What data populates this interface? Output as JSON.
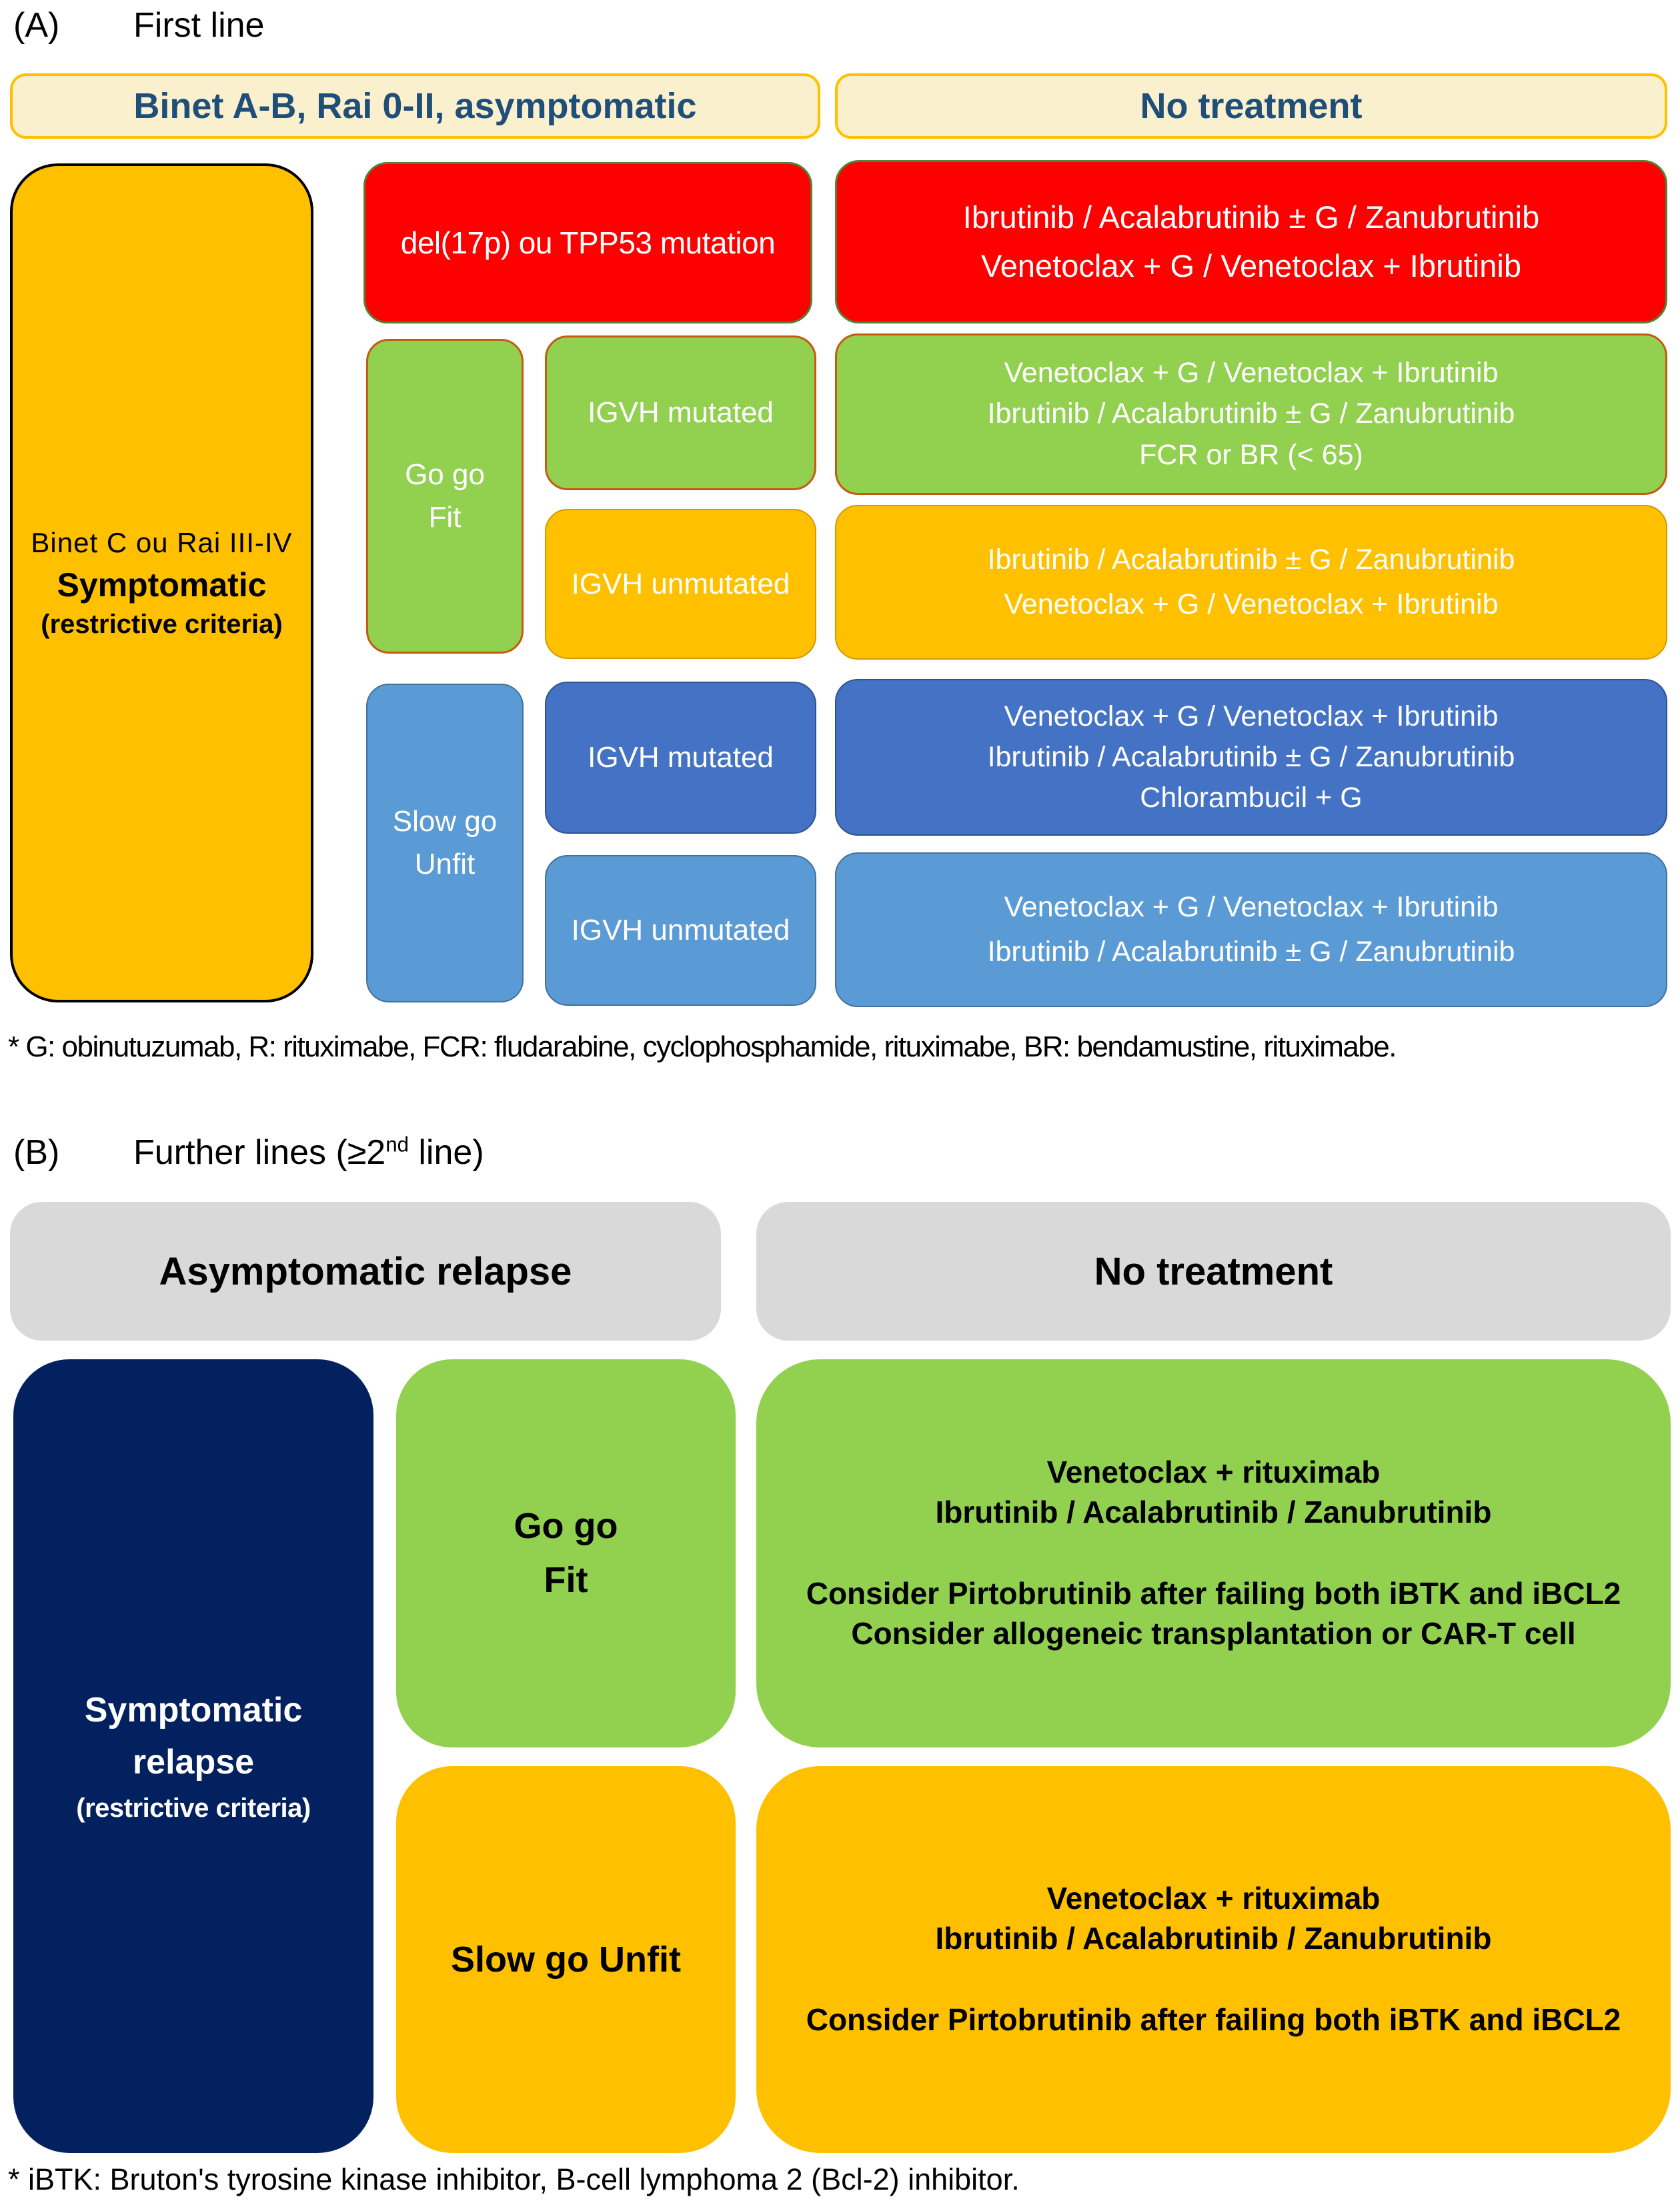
{
  "colors": {
    "gold": "#FFC000",
    "gold_border": "#D29B00",
    "cream": "#FAF0CE",
    "red": "#FF0000",
    "green": "#92D050",
    "green_dark_border": "#538135",
    "orange_border": "#C55A11",
    "blue_mid": "#4472C4",
    "blue_mid_border": "#2F528F",
    "blue_light": "#5B9BD5",
    "blue_light_border": "#41719C",
    "navy": "#03215F",
    "gray": "#D9D9D9",
    "header_text": "#1F4E79",
    "black": "#000000",
    "white": "#FFFFFF"
  },
  "panel_a": {
    "label": "(A)",
    "title": "First line",
    "header_left": "Binet A-B, Rai 0-II, asymptomatic",
    "header_right": "No treatment",
    "stage": {
      "line1": "Binet C ou Rai III-IV",
      "line2": "Symptomatic",
      "line3": "(restrictive criteria)"
    },
    "row_tp53": {
      "condition": "del(17p) ou TPP53 mutation",
      "tx1": "Ibrutinib / Acalabrutinib ± G / Zanubrutinib",
      "tx2": "Venetoclax + G / Venetoclax + Ibrutinib"
    },
    "fit": {
      "line1": "Go go",
      "line2": "Fit"
    },
    "unfit": {
      "line1": "Slow go",
      "line2": "Unfit"
    },
    "row_fit_mutated": {
      "condition": "IGVH mutated",
      "tx1": "Venetoclax + G / Venetoclax + Ibrutinib",
      "tx2": "Ibrutinib / Acalabrutinib ± G / Zanubrutinib",
      "tx3": "FCR or BR (< 65)"
    },
    "row_fit_unmutated": {
      "condition": "IGVH unmutated",
      "tx1": "Ibrutinib / Acalabrutinib ± G / Zanubrutinib",
      "tx2": "Venetoclax + G / Venetoclax + Ibrutinib"
    },
    "row_unfit_mutated": {
      "condition": "IGVH mutated",
      "tx1": "Venetoclax + G / Venetoclax + Ibrutinib",
      "tx2": "Ibrutinib / Acalabrutinib ± G / Zanubrutinib",
      "tx3": "Chlorambucil + G"
    },
    "row_unfit_unmutated": {
      "condition": "IGVH  unmutated",
      "tx1": "Venetoclax + G / Venetoclax + Ibrutinib",
      "tx2": "Ibrutinib / Acalabrutinib ± G / Zanubrutinib"
    },
    "footnote": "* G: obinutuzumab, R: rituximabe, FCR: fludarabine, cyclophosphamide, rituximabe, BR: bendamustine, rituximabe."
  },
  "panel_b": {
    "label": "(B)",
    "title_prefix": "Further lines (≥2",
    "title_sup": "nd",
    "title_suffix": " line)",
    "header_left": "Asymptomatic relapse",
    "header_right": "No treatment",
    "stage": {
      "line1": "Symptomatic",
      "line2": "relapse",
      "line3": "(restrictive criteria)"
    },
    "fit": {
      "line1": "Go go",
      "line2": "Fit"
    },
    "unfit": "Slow go Unfit",
    "tx_fit": {
      "line1": "Venetoclax + rituximab",
      "line2": "Ibrutinib / Acalabrutinib / Zanubrutinib",
      "line3": "Consider Pirtobrutinib after failing both iBTK and iBCL2",
      "line4": "Consider allogeneic transplantation or CAR-T cell"
    },
    "tx_unfit": {
      "line1": "Venetoclax + rituximab",
      "line2": "Ibrutinib / Acalabrutinib / Zanubrutinib",
      "line3": "Consider Pirtobrutinib after failing both iBTK and iBCL2"
    },
    "footnote": "* iBTK: Bruton's tyrosine kinase inhibitor, B-cell lymphoma 2 (Bcl-2) inhibitor."
  }
}
